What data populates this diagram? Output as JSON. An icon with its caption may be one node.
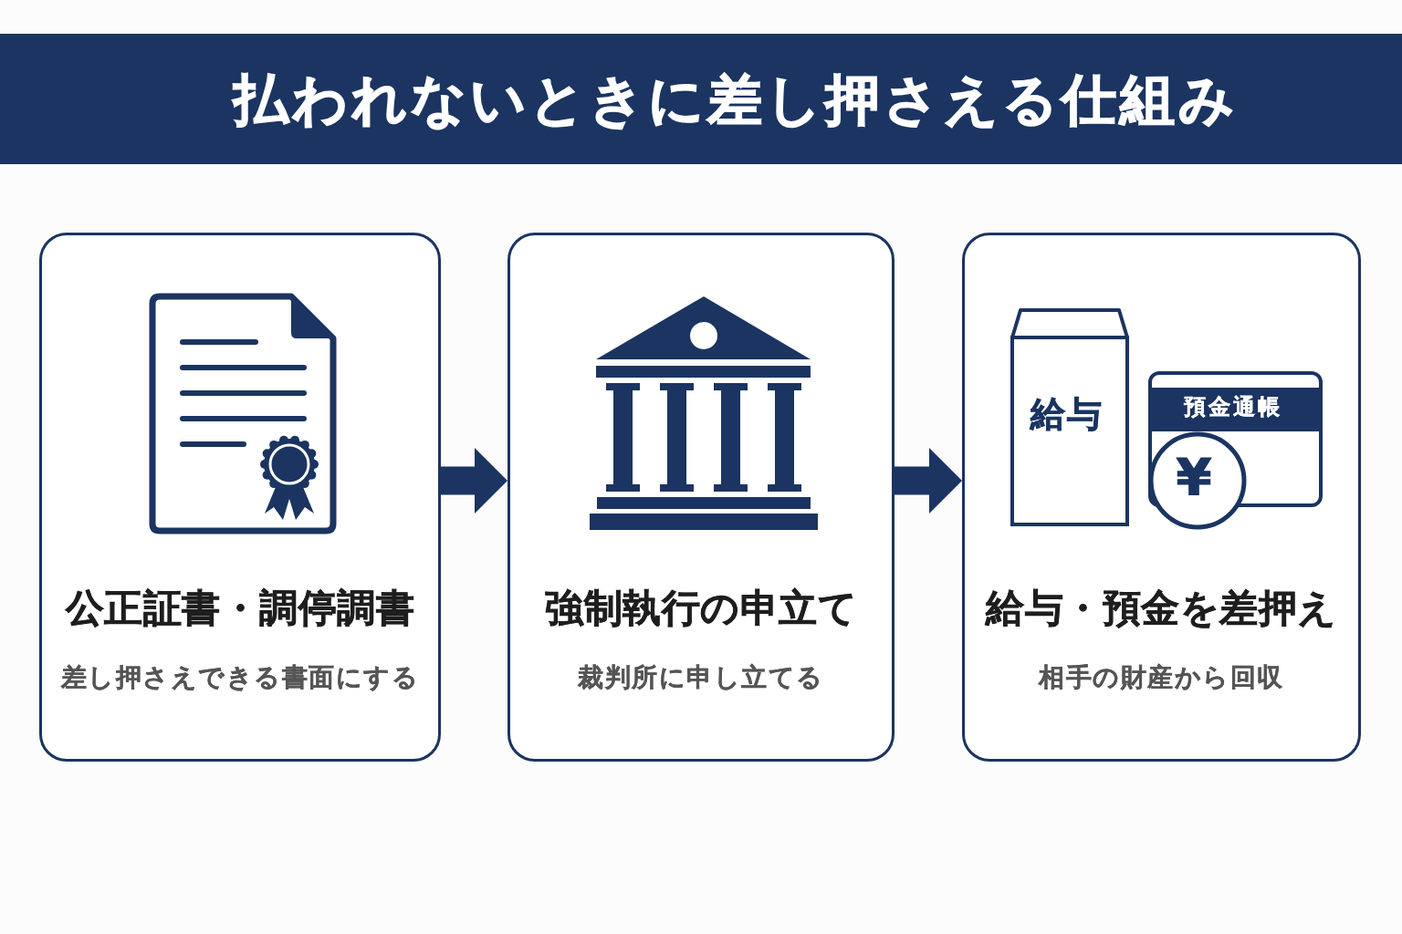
{
  "diagram": {
    "title": "払われないときに差し押さえる仕組み",
    "nodes": [
      {
        "text": [
          "公正証書・調停調書",
          "差し押さえできる書面にする"
        ]
      },
      {
        "text": [
          "強制執行の申立て",
          "裁判所に申し立てる"
        ]
      },
      {
        "text": [
          "給与・預金を差押え",
          "相手の財産から回収"
        ]
      }
    ],
    "edges": [
      {
        "from": 0,
        "to": 1,
        "arrow": "to"
      },
      {
        "from": 1,
        "to": 2,
        "arrow": "to"
      }
    ],
    "labels": [
      "給与",
      "預金通帳",
      "¥"
    ]
  }
}
